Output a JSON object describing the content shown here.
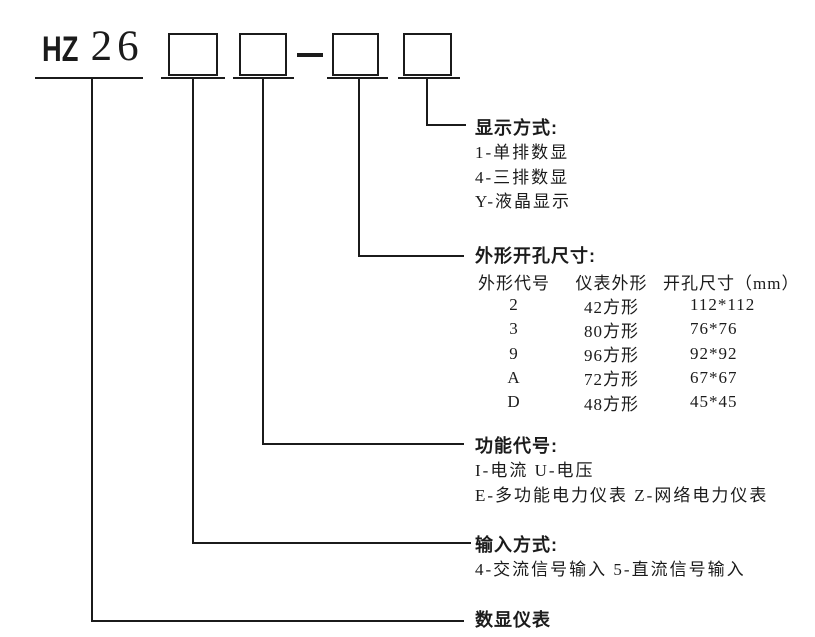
{
  "brand": {
    "prefix": "HZ",
    "series": "26"
  },
  "separator_glyph": "-",
  "code_slots": 4,
  "colors": {
    "ink": "#1b1b1b",
    "background": "#ffffff"
  },
  "sections": {
    "display": {
      "title": "显示方式:",
      "items": [
        "1-单排数显",
        "4-三排数显",
        "Y-液晶显示"
      ]
    },
    "dimensions": {
      "title": "外形开孔尺寸:",
      "table": {
        "headers": [
          "外形代号",
          "仪表外形",
          "开孔尺寸（mm）"
        ],
        "rows": [
          [
            "2",
            "42方形",
            "112*112"
          ],
          [
            "3",
            "80方形",
            "76*76"
          ],
          [
            "9",
            "96方形",
            "92*92"
          ],
          [
            "A",
            "72方形",
            "67*67"
          ],
          [
            "D",
            "48方形",
            "45*45"
          ]
        ]
      }
    },
    "function": {
      "title": "功能代号:",
      "items": [
        "I-电流 U-电压",
        "E-多功能电力仪表 Z-网络电力仪表"
      ]
    },
    "input": {
      "title": "输入方式:",
      "items": [
        "4-交流信号输入 5-直流信号输入"
      ]
    },
    "product": {
      "title": "数显仪表"
    }
  }
}
